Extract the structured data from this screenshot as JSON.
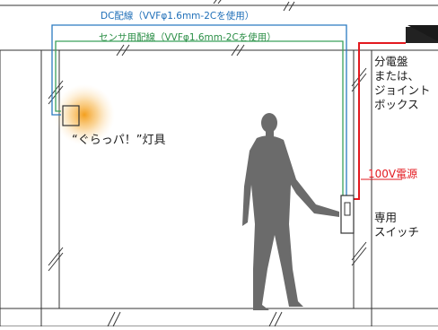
{
  "labels": {
    "dc_wiring": "DC配線（VVFφ1.6mm-2Cを使用）",
    "sensor_wiring": "センサ用配線（VVFφ1.6mm-2Cを使用）",
    "lamp": "“ぐらっパ！”灯具",
    "panel_line1": "分電盤",
    "panel_line2": "または、",
    "panel_line3": "ジョイント",
    "panel_line4": "ボックス",
    "power_source": "100V電源",
    "switch_line1": "専用",
    "switch_line2": "スイッチ"
  },
  "colors": {
    "dc_wire": "#2a7ac0",
    "sensor_wire": "#3aa05a",
    "power_wire": "#e3191f",
    "lamp_glow": "#f5a020",
    "person": "#6b6b6b"
  }
}
